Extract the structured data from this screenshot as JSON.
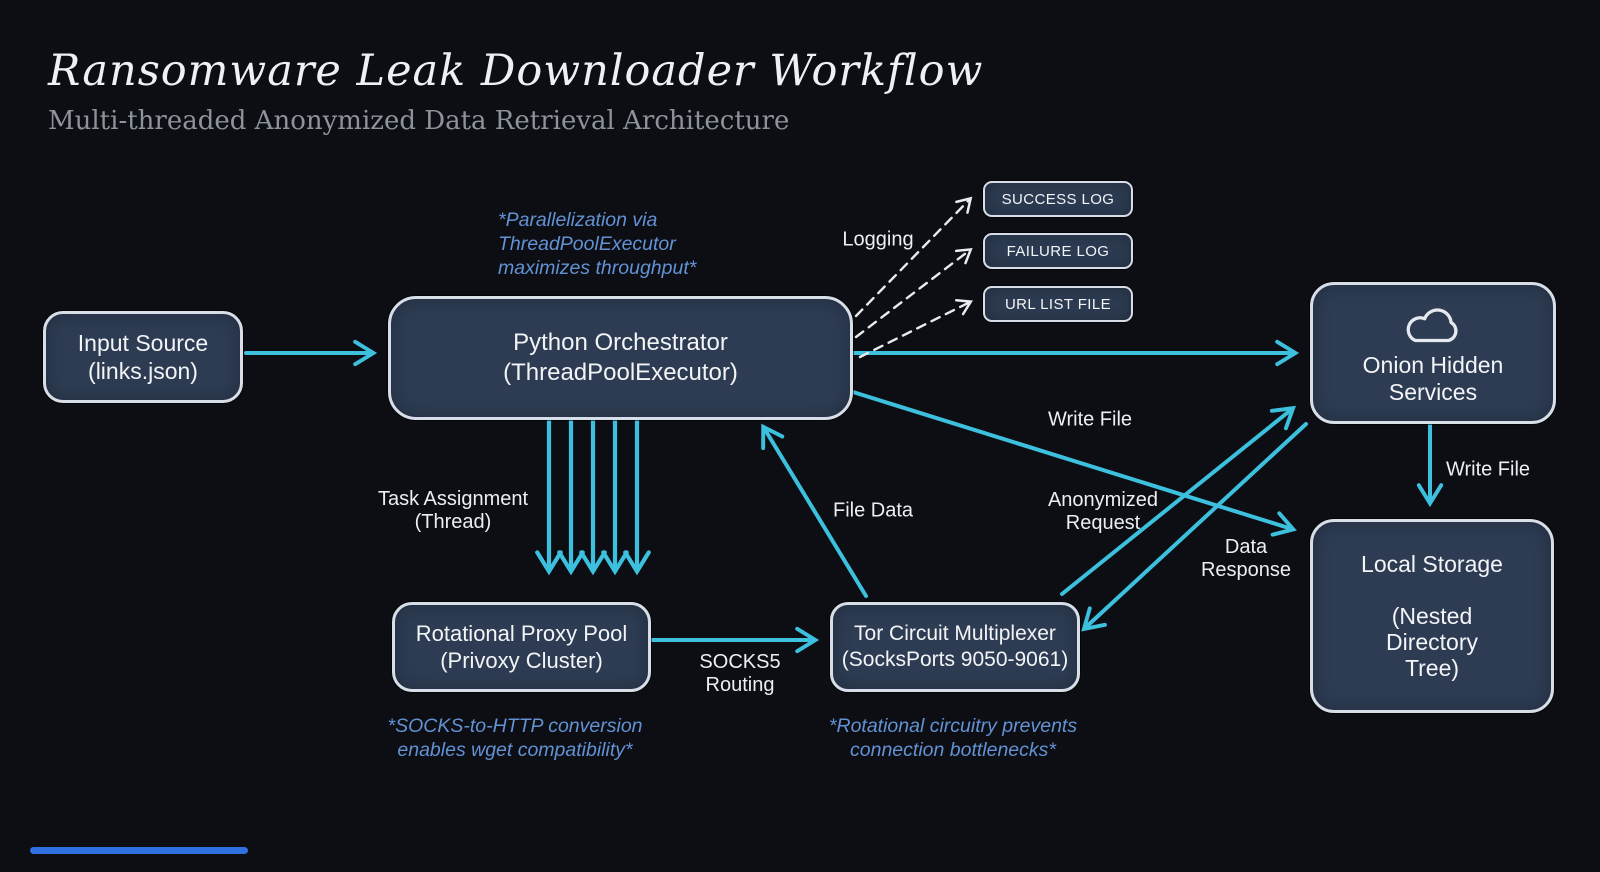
{
  "header": {
    "title": "Ransomware Leak Downloader Workflow",
    "subtitle": "Multi-threaded Anonymized Data Retrieval Architecture"
  },
  "nodes": {
    "input_source": "Input Source\n(links.json)",
    "orchestrator": "Python Orchestrator\n(ThreadPoolExecutor)",
    "success_log": "SUCCESS LOG",
    "failure_log": "FAILURE LOG",
    "url_list_file": "URL LIST FILE",
    "onion_services": "Onion Hidden\nServices",
    "proxy_pool": "Rotational Proxy Pool\n(Privoxy Cluster)",
    "tor_multiplexer": "Tor Circuit Multiplexer\n(SocksPorts 9050-9061)",
    "local_storage": "Local Storage\n\n(Nested\nDirectory\nTree)"
  },
  "icons": {
    "onion_services": "cloud-icon"
  },
  "edge_labels": {
    "logging": "Logging",
    "task_assignment": "Task Assignment\n(Thread)",
    "socks5_routing": "SOCKS5\nRouting",
    "file_data": "File Data",
    "write_file_orchestrator": "Write File",
    "anonymized_request": "Anonymized\nRequest",
    "data_response": "Data\nResponse",
    "write_file_storage": "Write File"
  },
  "annotations": {
    "parallelization": "*Parallelization via\nThreadPoolExecutor\nmaximizes throughput*",
    "socks_to_http": "*SOCKS-to-HTTP conversion\nenables wget compatibility*",
    "rotational_circuitry": "*Rotational circuitry prevents\nconnection bottlenecks*"
  },
  "colors": {
    "background": "#0c0e13",
    "node_fill": "#2d3c53",
    "node_border": "#d8dee7",
    "arrow": "#3cc0de",
    "dashed": "#e9ebee",
    "annotation": "#6292d4",
    "text": "#f2f4f6",
    "subtitle": "#8d939b",
    "progress": "#2f6fe0"
  }
}
